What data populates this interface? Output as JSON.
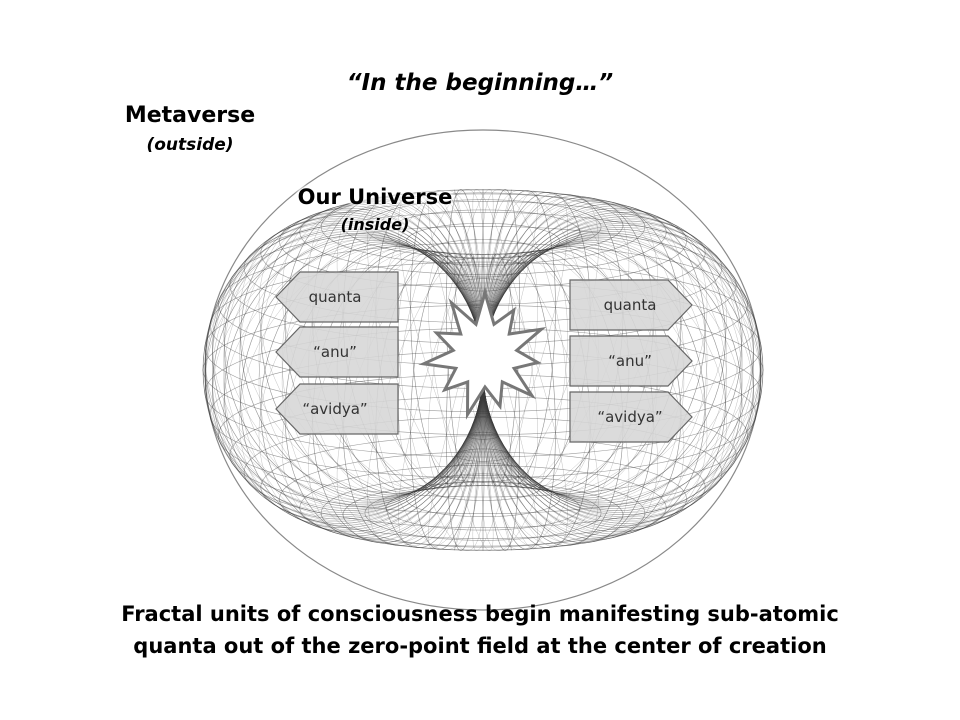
{
  "title": "“In the beginning…”",
  "metaverse": {
    "label": "Metaverse",
    "sub": "(outside)"
  },
  "universe": {
    "label": "Our Universe",
    "sub": "(inside)"
  },
  "left_tags": [
    "quanta",
    "“anu”",
    "“avidya”"
  ],
  "right_tags": [
    "quanta",
    "“anu”",
    "“avidya”"
  ],
  "caption": {
    "line1": "Fractal units of consciousness begin manifesting sub-atomic",
    "line2": "quanta out of the zero-point field at the center of creation"
  },
  "colors": {
    "mesh": "#3a3a3a",
    "tag_fill": "#d6d6d6",
    "tag_stroke": "#666666",
    "star_stroke": "#777777"
  }
}
